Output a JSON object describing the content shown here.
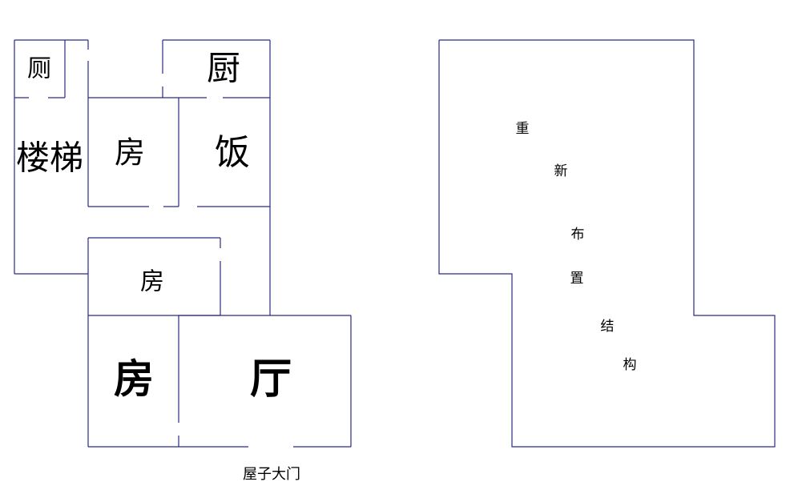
{
  "colors": {
    "wall": "#2b2b86",
    "text": "#000000",
    "background": "#ffffff"
  },
  "left_plan": {
    "toilet": "厕",
    "kitchen": "厨",
    "stairs": "楼梯",
    "room_top": "房",
    "dining": "饭",
    "room_middle": "房",
    "room_bottom": "房",
    "living_room": "厅",
    "main_door": "屋子大门"
  },
  "right_plan": {
    "note_chars": [
      "重",
      "新",
      "布",
      "置",
      "结",
      "构"
    ]
  }
}
